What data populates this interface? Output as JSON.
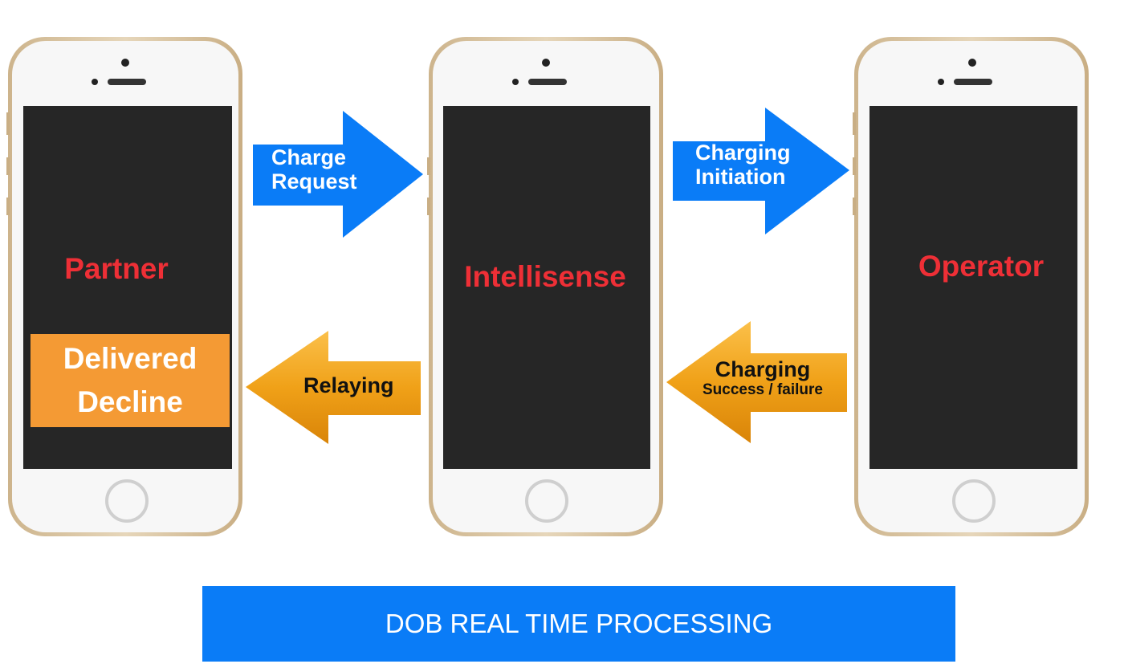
{
  "phones": [
    {
      "id": "partner",
      "label": "Partner"
    },
    {
      "id": "intellisense",
      "label": "Intellisense"
    },
    {
      "id": "operator",
      "label": "Operator"
    }
  ],
  "arrows": {
    "charge_request": {
      "line1": "Charge",
      "line2": "Request"
    },
    "charging_initiation": {
      "line1": "Charging",
      "line2": "Initiation"
    },
    "relaying": {
      "label": "Relaying"
    },
    "charging_result": {
      "line1": "Charging",
      "line2": "Success / failure"
    }
  },
  "delivered_box": {
    "line1": "Delivered",
    "line2": "Decline"
  },
  "banner": {
    "title": "DOB REAL TIME PROCESSING"
  },
  "colors": {
    "blue_arrow": "#0a7cf7",
    "orange_arrow": "#f0a118",
    "label_red": "#ee2f36",
    "delivered_box": "#f49a34",
    "banner": "#0a7cf7",
    "phone_body": "#f7f7f7",
    "phone_rim": "#dcc9a8",
    "screen": "#262626"
  }
}
